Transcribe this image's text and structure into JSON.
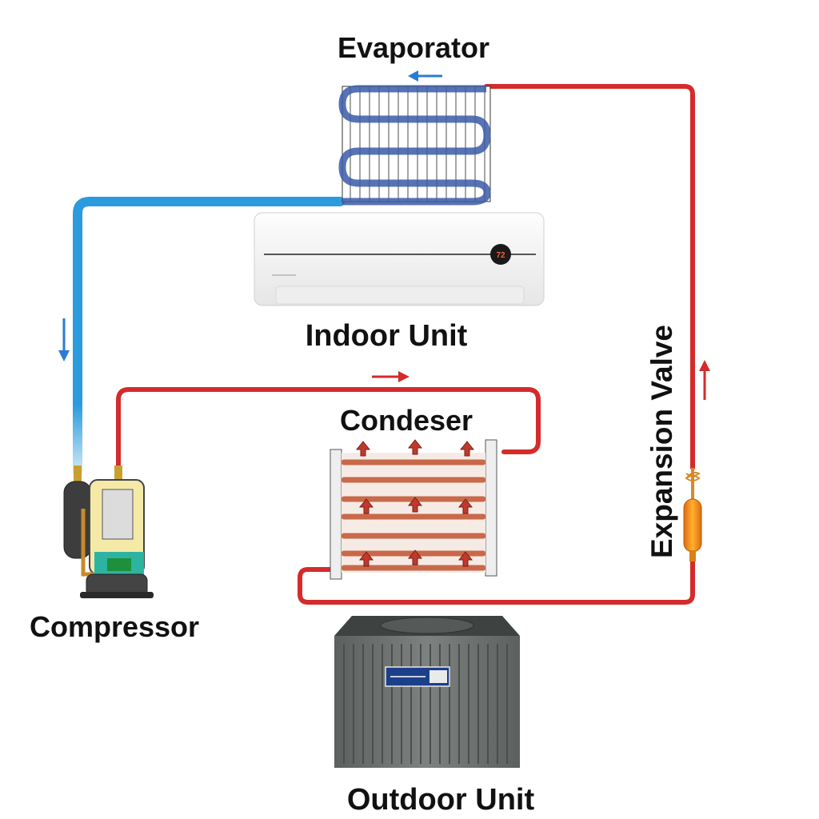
{
  "labels": {
    "evaporator": "Evaporator",
    "indoor_unit": "Indoor Unit",
    "condenser": "Condeser",
    "compressor": "Compressor",
    "expansion_valve": "Expansion Valve",
    "outdoor_unit": "Outdoor Unit"
  },
  "indoor_display": "72",
  "colors": {
    "hot_line": "#d42b2b",
    "cold_line": "#2a9bdc",
    "arrow_red": "#d42b2b",
    "arrow_blue": "#2a7bd6",
    "evaporator_coil": "#3a5aa8",
    "condenser_coil": "#c8694a",
    "valve_body": "#f0901a",
    "outdoor_unit_body": "#6b6f6e"
  },
  "icons": [
    "evaporator-coil-icon",
    "indoor-unit-icon",
    "condenser-coil-icon",
    "compressor-icon",
    "expansion-valve-icon",
    "outdoor-unit-icon",
    "flow-arrow-icon"
  ]
}
